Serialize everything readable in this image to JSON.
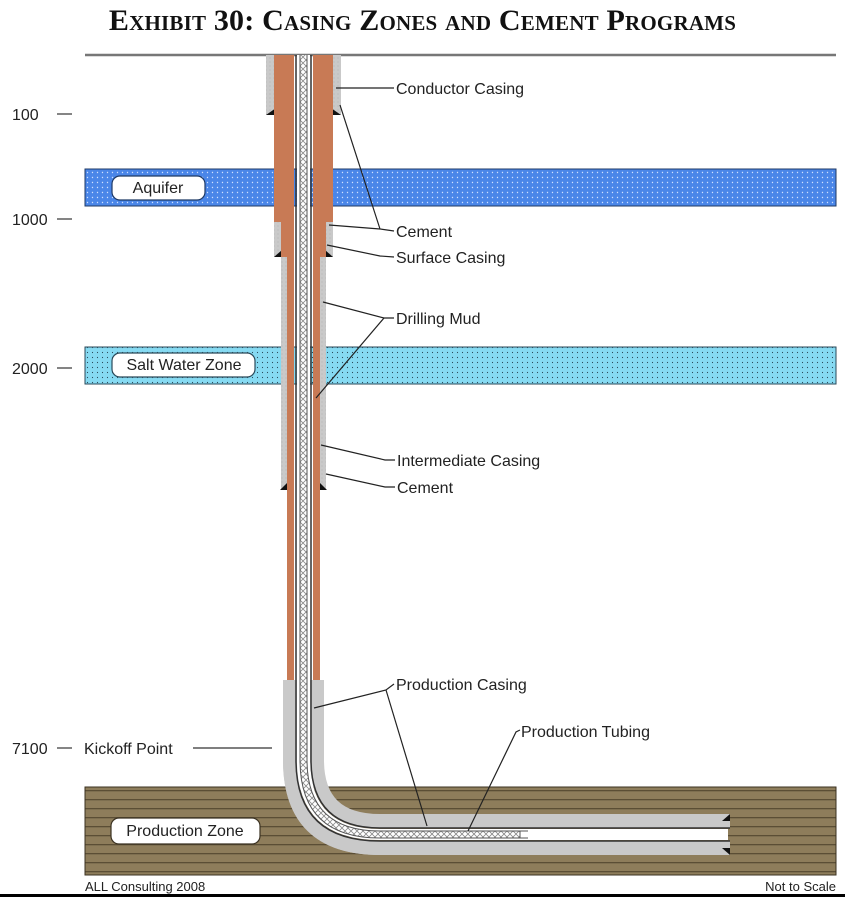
{
  "title": "Exhibit 30: Casing Zones and Cement Programs",
  "depth_markers": [
    {
      "label": "100",
      "name": "depth-100"
    },
    {
      "label": "1000",
      "name": "depth-1000"
    },
    {
      "label": "2000",
      "name": "depth-2000"
    },
    {
      "label": "7100",
      "name": "depth-7100"
    }
  ],
  "kickoff_label": "Kickoff Point",
  "zones": {
    "aquifer": {
      "label": "Aquifer",
      "color": "#4a86e8"
    },
    "salt_water": {
      "label": "Salt Water Zone",
      "color": "#7fd8f0"
    },
    "production": {
      "label": "Production Zone",
      "color": "#8b7b5a"
    }
  },
  "callouts": {
    "conductor_casing": "Conductor Casing",
    "cement_1": "Cement",
    "surface_casing": "Surface Casing",
    "drilling_mud": "Drilling Mud",
    "intermediate_casing": "Intermediate Casing",
    "cement_2": "Cement",
    "production_casing": "Production Casing",
    "production_tubing": "Production Tubing"
  },
  "colors": {
    "cement": "#c8c8c8",
    "mud": "#c87a55",
    "casing_line": "#333333",
    "tubing": "#e0e0e0"
  },
  "footer": {
    "credit": "ALL Consulting 2008",
    "scale_note": "Not to Scale"
  }
}
